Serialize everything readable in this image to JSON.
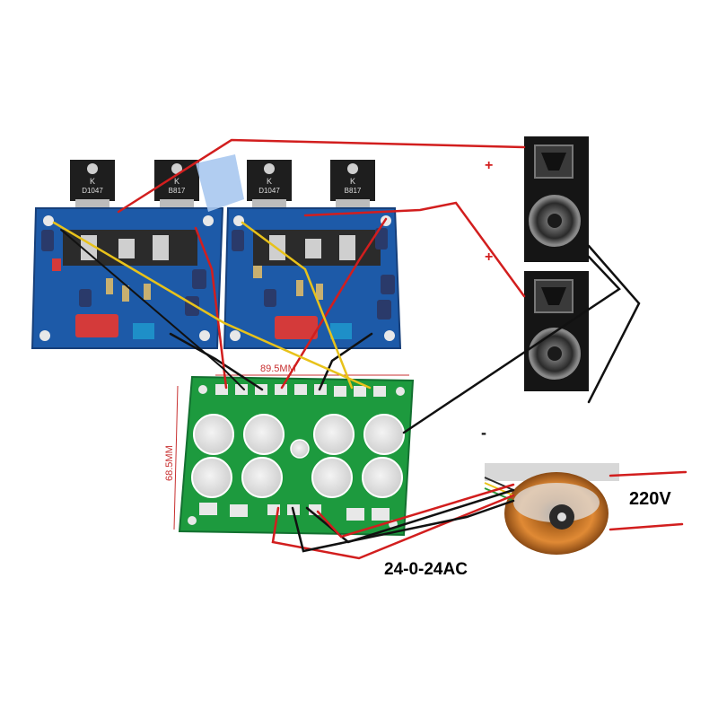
{
  "labels": {
    "dim_width": "89.5MM",
    "dim_height": "68.5MM",
    "mains_voltage": "220V",
    "transformer_voltage": "24-0-24AC",
    "plus_1": "+",
    "plus_2": "+",
    "minus": "-"
  },
  "components": {
    "transistor_1_marking": "D1047",
    "transistor_2_marking": "B817",
    "transistor_3_marking": "D1047",
    "transistor_4_marking": "B817",
    "transistor_brand": "K"
  },
  "colors": {
    "amp_board": "#1d5aa8",
    "psu_board": "#1d9a3e",
    "wire_red": "#d21e1e",
    "wire_black": "#111111",
    "wire_yellow": "#e8c21a",
    "speaker_cabinet": "#151515"
  }
}
